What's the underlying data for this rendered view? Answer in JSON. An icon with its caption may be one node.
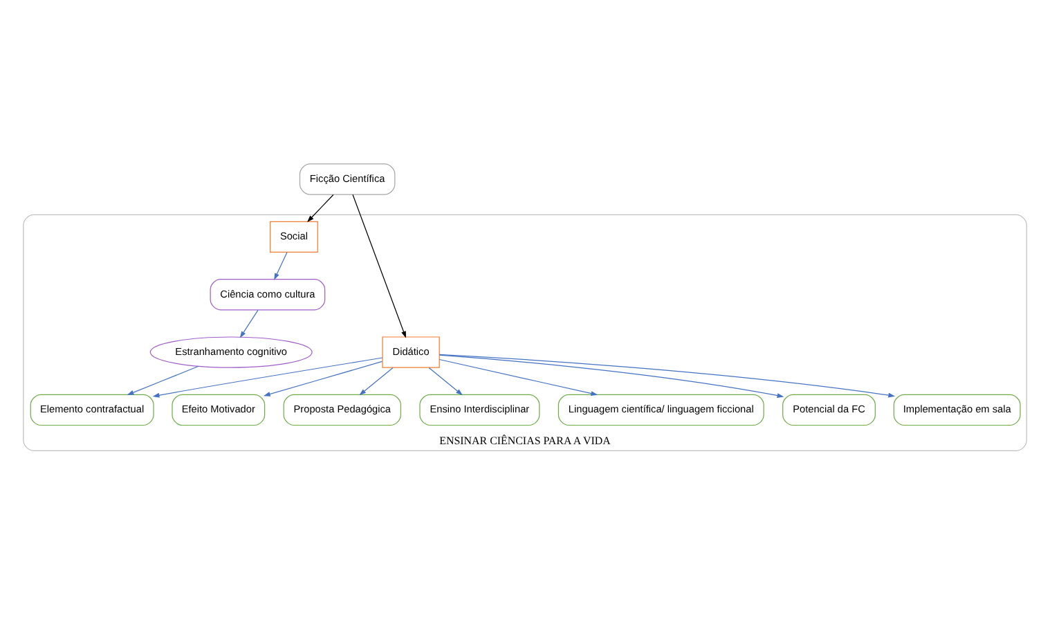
{
  "diagram": {
    "nodes": [
      {
        "text": [
          "Ficção Científica"
        ]
      },
      {
        "text": [
          "ENSINAR CIÊNCIAS PARA A VIDA"
        ]
      },
      {
        "text": [
          "Didático"
        ],
        "in": 1
      },
      {
        "text": [
          "Social"
        ],
        "in": 1
      },
      {
        "text": [
          "Efeito Motivador"
        ],
        "in": 1
      },
      {
        "text": [
          "Proposta Pedagógica"
        ],
        "in": 1
      },
      {
        "text": [
          "Ensino Interdisciplinar"
        ],
        "in": 1
      },
      {
        "text": [
          "Linguagem científica/ linguagem ficcional"
        ],
        "in": 1
      },
      {
        "text": [
          "Potencial da FC"
        ],
        "in": 1
      },
      {
        "text": [
          "Implementação em sala"
        ],
        "in": 1
      },
      {
        "text": [
          "Elemento contrafactual"
        ],
        "in": 1
      },
      {
        "text": [
          "Ciência como cultura"
        ],
        "in": 1
      },
      {
        "text": [
          "Estranhamento cognitivo"
        ],
        "in": 1
      }
    ],
    "edges": [
      {
        "from": 0,
        "to": 2,
        "arrow": "to",
        "color": "#000000"
      },
      {
        "from": 0,
        "to": 3,
        "arrow": "to",
        "color": "#000000"
      },
      {
        "from": 2,
        "to": 4,
        "arrow": "to"
      },
      {
        "from": 2,
        "to": 5,
        "arrow": "to"
      },
      {
        "from": 2,
        "to": 6,
        "arrow": "to"
      },
      {
        "from": 2,
        "to": 7,
        "arrow": "to"
      },
      {
        "from": 2,
        "to": 8,
        "arrow": "to"
      },
      {
        "from": 2,
        "to": 9,
        "arrow": "to"
      },
      {
        "from": 2,
        "to": 10,
        "arrow": "to"
      },
      {
        "from": 3,
        "to": 11,
        "arrow": "to"
      },
      {
        "from": 11,
        "to": 12,
        "arrow": "to"
      },
      {
        "from": 12,
        "to": 10,
        "arrow": "to"
      }
    ]
  }
}
